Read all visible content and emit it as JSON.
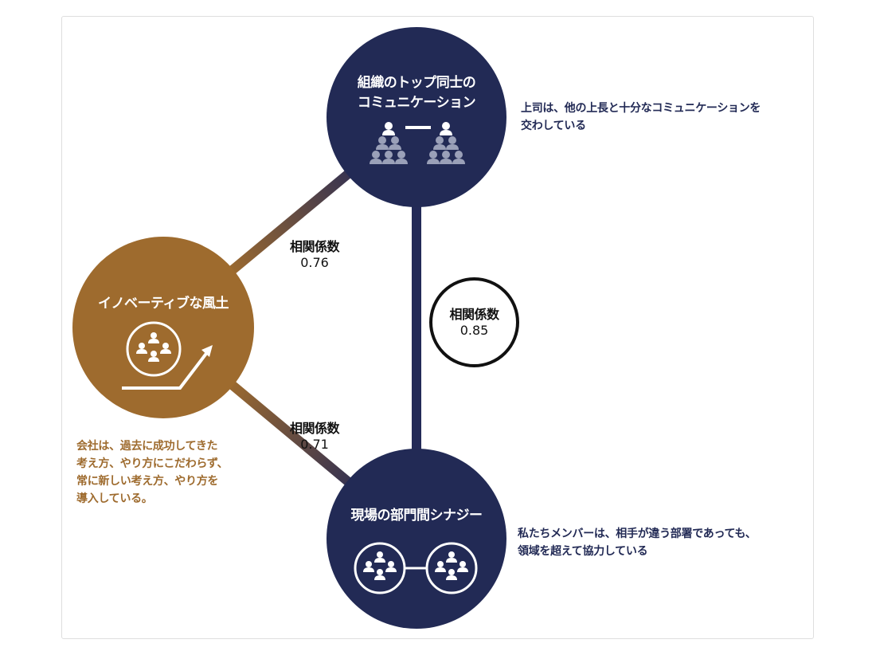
{
  "colors": {
    "navy": "#222a55",
    "brown": "#9e6b2e",
    "ring": "#111111",
    "icon_gray": "#9aa0b8",
    "line_mid": "#4a3a4a"
  },
  "nodes": {
    "top": {
      "title_line1": "組織のトップ同士の",
      "title_line2": "コミュニケーション",
      "icon": "hierarchy-groups-icon",
      "description_line1": "上司は、他の上長と十分なコミュニケーションを",
      "description_line2": "交わしている"
    },
    "left": {
      "title": "イノベーティブな風土",
      "icon": "group-growth-arrow-icon",
      "description_line1": "会社は、過去に成功してきた",
      "description_line2": "考え方、やり方にこだわらず、",
      "description_line3": "常に新しい考え方、やり方を",
      "description_line4": "導入している。"
    },
    "bottom": {
      "title": "現場の部門間シナジー",
      "icon": "linked-groups-icon",
      "description_line1": "私たちメンバーは、相手が違う部署であっても、",
      "description_line2": "領域を超えて協力している"
    }
  },
  "correlations": {
    "top_left": {
      "label": "相関係数",
      "value": "0.76"
    },
    "top_bottom": {
      "label": "相関係数",
      "value": "0.85"
    },
    "left_bottom": {
      "label": "相関係数",
      "value": "0.71"
    }
  }
}
